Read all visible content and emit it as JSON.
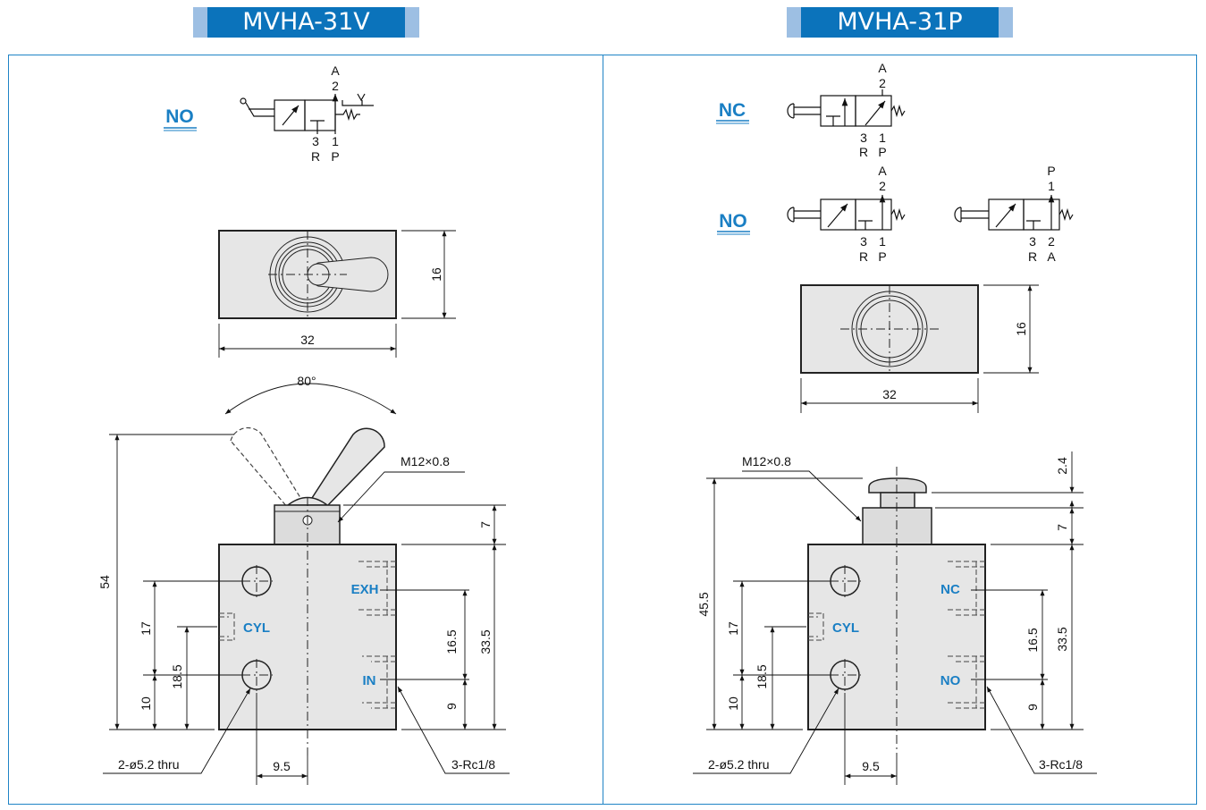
{
  "left": {
    "title": "MVHA-31V",
    "symbol_label": "NO",
    "port_top": {
      "letter": "A",
      "number": "2"
    },
    "port_left": {
      "number": "3",
      "letter": "R"
    },
    "port_right": {
      "number": "1",
      "letter": "P"
    },
    "top_view": {
      "height": "16",
      "width": "32"
    },
    "side_view": {
      "angle": "80°",
      "thread": "M12×0.8",
      "height_total": "54",
      "height_head": "7",
      "ports": [
        "EXH",
        "CYL",
        "IN"
      ],
      "dim_17": "17",
      "dim_18_5": "18.5",
      "dim_10": "10",
      "dim_16_5": "16.5",
      "dim_33_5": "33.5",
      "dim_9": "9",
      "dim_9_5": "9.5",
      "holes": "2-ø5.2 thru",
      "port_thread": "3-Rc1/8"
    }
  },
  "right": {
    "title": "MVHA-31P",
    "nc_label": "NC",
    "no_label": "NO",
    "nc_symbol": {
      "top": {
        "letter": "A",
        "number": "2"
      },
      "left": {
        "number": "3",
        "letter": "R"
      },
      "right": {
        "number": "1",
        "letter": "P"
      }
    },
    "no_symbol_a": {
      "top": {
        "letter": "A",
        "number": "2"
      },
      "left": {
        "number": "3",
        "letter": "R"
      },
      "right": {
        "number": "1",
        "letter": "P"
      }
    },
    "no_symbol_b": {
      "top": {
        "letter": "P",
        "number": "1"
      },
      "left": {
        "number": "3",
        "letter": "R"
      },
      "right": {
        "number": "2",
        "letter": "A"
      }
    },
    "top_view": {
      "height": "16",
      "width": "32"
    },
    "side_view": {
      "thread": "M12×0.8",
      "dim_2_4": "2.4",
      "dim_7": "7",
      "height_total": "45.5",
      "ports": [
        "NC",
        "CYL",
        "NO"
      ],
      "dim_17": "17",
      "dim_18_5": "18.5",
      "dim_10": "10",
      "dim_16_5": "16.5",
      "dim_33_5": "33.5",
      "dim_9": "9",
      "dim_9_5": "9.5",
      "holes": "2-ø5.2 thru",
      "port_thread": "3-Rc1/8"
    }
  }
}
